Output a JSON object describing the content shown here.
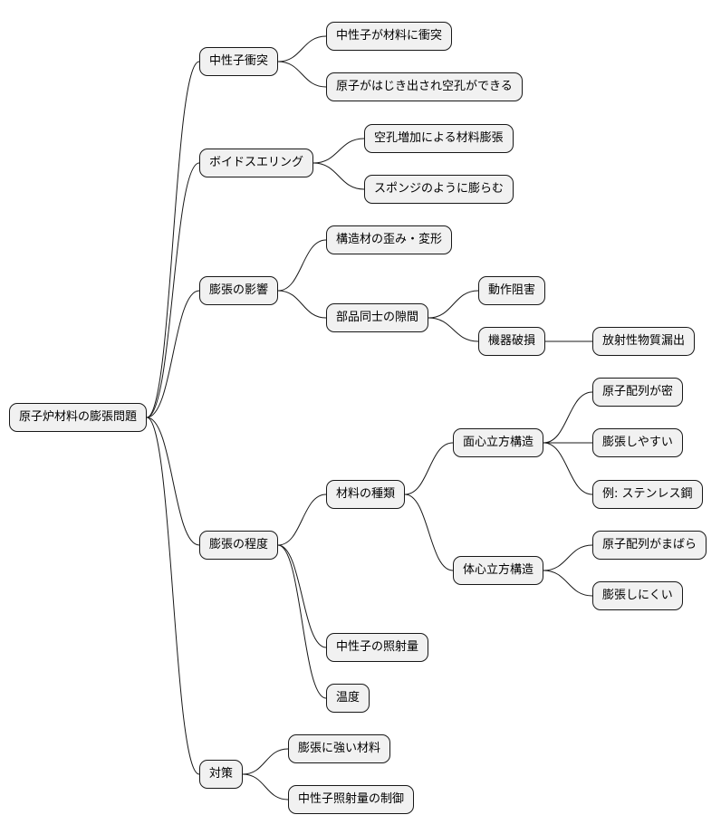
{
  "mindmap": {
    "root": {
      "id": "root",
      "label": "原子炉材料の膨張問題"
    },
    "nodes": [
      {
        "id": "n1",
        "parent": "root",
        "label": "中性子衝突"
      },
      {
        "id": "n1a",
        "parent": "n1",
        "label": "中性子が材料に衝突"
      },
      {
        "id": "n1b",
        "parent": "n1",
        "label": "原子がはじき出され空孔ができる"
      },
      {
        "id": "n2",
        "parent": "root",
        "label": "ボイドスエリング"
      },
      {
        "id": "n2a",
        "parent": "n2",
        "label": "空孔増加による材料膨張"
      },
      {
        "id": "n2b",
        "parent": "n2",
        "label": "スポンジのように膨らむ"
      },
      {
        "id": "n3",
        "parent": "root",
        "label": "膨張の影響"
      },
      {
        "id": "n3a",
        "parent": "n3",
        "label": "構造材の歪み・変形"
      },
      {
        "id": "n3b",
        "parent": "n3",
        "label": "部品同士の隙間"
      },
      {
        "id": "n3b1",
        "parent": "n3b",
        "label": "動作阻害"
      },
      {
        "id": "n3b2",
        "parent": "n3b",
        "label": "機器破損"
      },
      {
        "id": "n3b2a",
        "parent": "n3b2",
        "label": "放射性物質漏出"
      },
      {
        "id": "n4",
        "parent": "root",
        "label": "膨張の程度"
      },
      {
        "id": "n4a",
        "parent": "n4",
        "label": "材料の種類"
      },
      {
        "id": "n4a1",
        "parent": "n4a",
        "label": "面心立方構造"
      },
      {
        "id": "n4a1a",
        "parent": "n4a1",
        "label": "原子配列が密"
      },
      {
        "id": "n4a1b",
        "parent": "n4a1",
        "label": "膨張しやすい"
      },
      {
        "id": "n4a1c",
        "parent": "n4a1",
        "label": "例: ステンレス鋼"
      },
      {
        "id": "n4a2",
        "parent": "n4a",
        "label": "体心立方構造"
      },
      {
        "id": "n4a2a",
        "parent": "n4a2",
        "label": "原子配列がまばら"
      },
      {
        "id": "n4a2b",
        "parent": "n4a2",
        "label": "膨張しにくい"
      },
      {
        "id": "n4b",
        "parent": "n4",
        "label": "中性子の照射量"
      },
      {
        "id": "n4c",
        "parent": "n4",
        "label": "温度"
      },
      {
        "id": "n5",
        "parent": "root",
        "label": "対策"
      },
      {
        "id": "n5a",
        "parent": "n5",
        "label": "膨張に強い材料"
      },
      {
        "id": "n5b",
        "parent": "n5",
        "label": "中性子照射量の制御"
      }
    ]
  },
  "colors": {
    "node_fill": "#f1f1f1",
    "node_border": "#181818",
    "edge": "#181818",
    "background": "#ffffff"
  }
}
